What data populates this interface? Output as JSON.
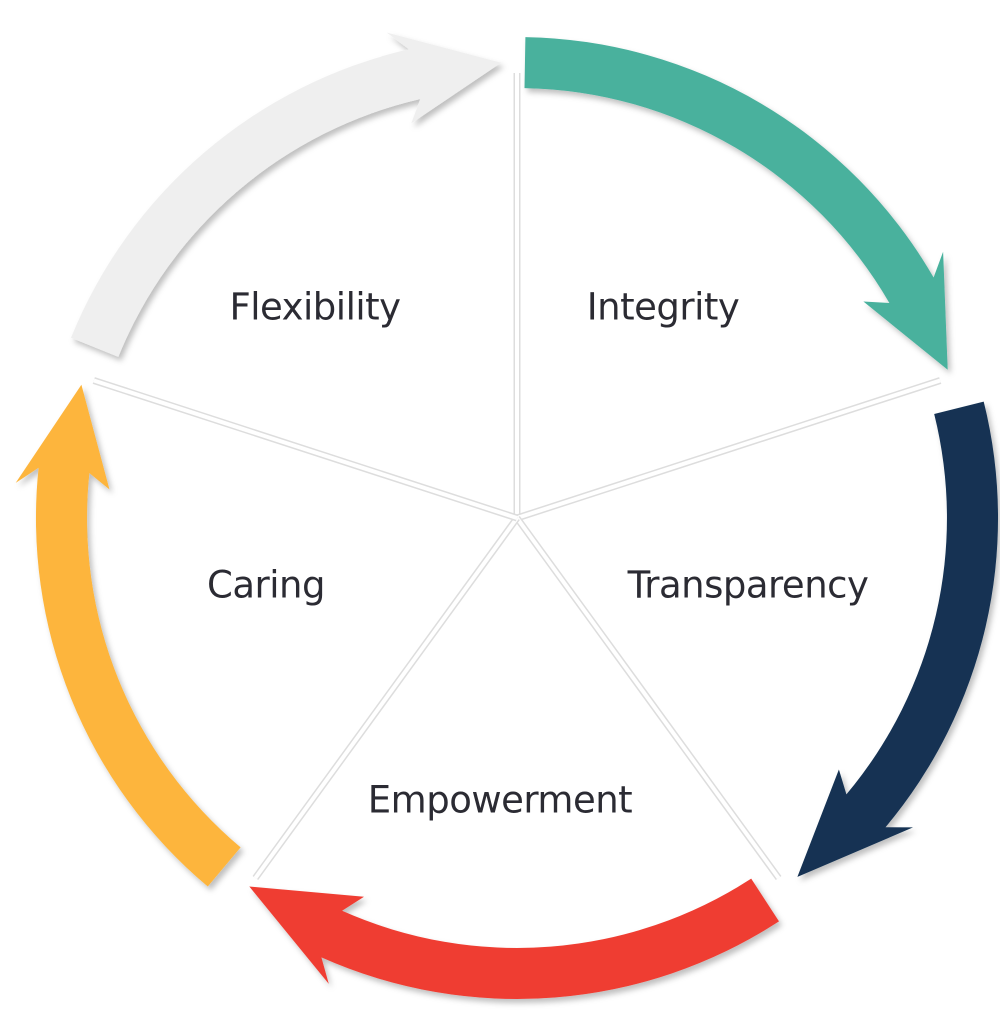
{
  "diagram": {
    "title": "",
    "segments": [
      {
        "label": "Integrity",
        "color": "#48b19d"
      },
      {
        "label": "Transparency",
        "color": "#123152"
      },
      {
        "label": "Empowerment",
        "color": "#ef3e33"
      },
      {
        "label": "Caring",
        "color": "#fdb53c"
      },
      {
        "label": "Flexibility",
        "color": "#efefef"
      }
    ],
    "divider_color": "#dddddd"
  }
}
